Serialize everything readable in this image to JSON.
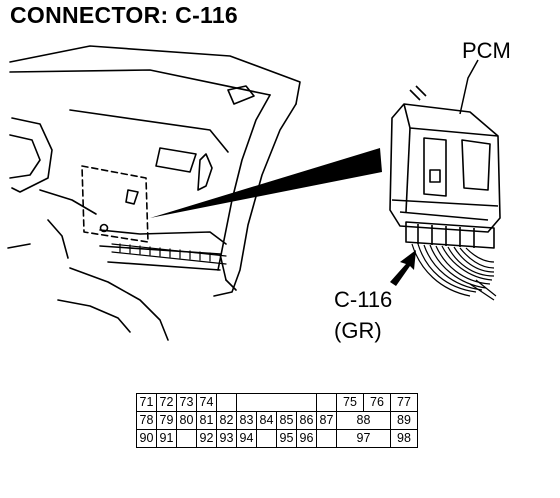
{
  "title": "CONNECTOR: C-116",
  "pcm_label": "PCM",
  "connector_label": "C-116",
  "connector_color": "(GR)",
  "pin_rows": [
    [
      "71",
      "72",
      "73",
      "74",
      "",
      "",
      "",
      "",
      "",
      "",
      "75",
      "76",
      "77"
    ],
    [
      "78",
      "79",
      "80",
      "81",
      "82",
      "83",
      "84",
      "85",
      "86",
      "87",
      "88",
      "89"
    ],
    [
      "90",
      "91",
      "",
      "92",
      "93",
      "94",
      "",
      "95",
      "96",
      "",
      "97",
      "98"
    ]
  ]
}
